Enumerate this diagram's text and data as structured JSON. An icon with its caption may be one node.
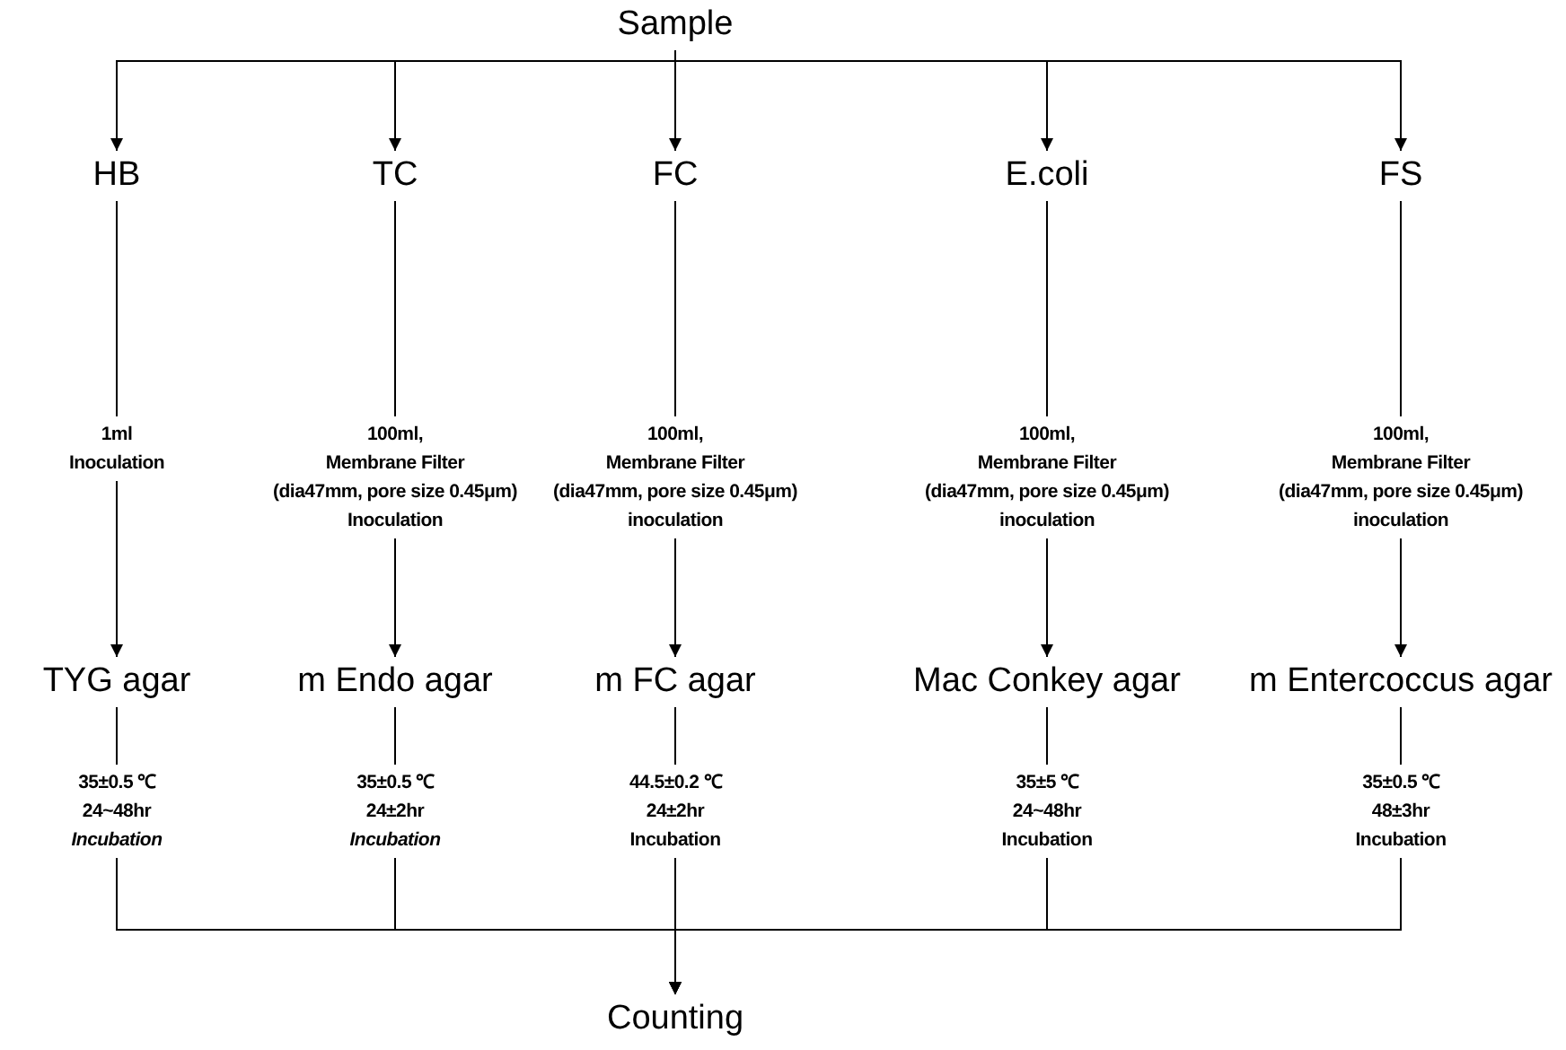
{
  "diagram": {
    "nodes": [
      {
        "text": [
          "Sample"
        ]
      },
      {
        "text": [
          "HB"
        ]
      },
      {
        "text": [
          "TC"
        ]
      },
      {
        "text": [
          "FC"
        ]
      },
      {
        "text": [
          "E.coli"
        ]
      },
      {
        "text": [
          "FS"
        ]
      },
      {
        "text": [
          "1ml",
          "Inoculation"
        ]
      },
      {
        "text": [
          "100ml,",
          "Membrane Filter",
          "(dia47mm, pore size 0.45μm)",
          "Inoculation"
        ]
      },
      {
        "text": [
          "100ml,",
          "Membrane Filter",
          "(dia47mm, pore size 0.45μm)",
          "inoculation"
        ]
      },
      {
        "text": [
          "100ml,",
          "Membrane Filter",
          "(dia47mm, pore size 0.45μm)",
          "inoculation"
        ]
      },
      {
        "text": [
          "100ml,",
          "Membrane Filter",
          "(dia47mm, pore size 0.45μm)",
          "inoculation"
        ]
      },
      {
        "text": [
          "TYG agar"
        ]
      },
      {
        "text": [
          "m Endo agar"
        ]
      },
      {
        "text": [
          "m FC agar"
        ]
      },
      {
        "text": [
          "Mac Conkey agar"
        ]
      },
      {
        "text": [
          "m Entercoccus agar"
        ]
      },
      {
        "text": [
          "35±0.5 ℃",
          "24~48hr",
          "*Incubation*"
        ]
      },
      {
        "text": [
          "35±0.5 ℃",
          "24±2hr",
          "*Incubation*"
        ]
      },
      {
        "text": [
          "44.5±0.2 ℃",
          "24±2hr",
          "Incubation"
        ]
      },
      {
        "text": [
          "35±5 ℃",
          "24~48hr",
          "Incubation"
        ]
      },
      {
        "text": [
          "35±0.5 ℃",
          "48±3hr",
          "Incubation"
        ]
      },
      {
        "text": [
          "Counting"
        ]
      }
    ],
    "edges": [
      {
        "from": 0,
        "to": 1,
        "arrow": "to"
      },
      {
        "from": 0,
        "to": 2,
        "arrow": "to"
      },
      {
        "from": 0,
        "to": 3,
        "arrow": "to"
      },
      {
        "from": 0,
        "to": 4,
        "arrow": "to"
      },
      {
        "from": 0,
        "to": 5,
        "arrow": "to"
      },
      {
        "from": 1,
        "to": 6,
        "arrow": "none"
      },
      {
        "from": 2,
        "to": 7,
        "arrow": "none"
      },
      {
        "from": 3,
        "to": 8,
        "arrow": "none"
      },
      {
        "from": 4,
        "to": 9,
        "arrow": "none"
      },
      {
        "from": 5,
        "to": 10,
        "arrow": "none"
      },
      {
        "from": 6,
        "to": 11,
        "arrow": "to"
      },
      {
        "from": 7,
        "to": 12,
        "arrow": "to"
      },
      {
        "from": 8,
        "to": 13,
        "arrow": "to"
      },
      {
        "from": 9,
        "to": 14,
        "arrow": "to"
      },
      {
        "from": 10,
        "to": 15,
        "arrow": "to"
      },
      {
        "from": 11,
        "to": 16,
        "arrow": "none"
      },
      {
        "from": 12,
        "to": 17,
        "arrow": "none"
      },
      {
        "from": 13,
        "to": 18,
        "arrow": "none"
      },
      {
        "from": 14,
        "to": 19,
        "arrow": "none"
      },
      {
        "from": 15,
        "to": 20,
        "arrow": "none"
      },
      {
        "from": 16,
        "to": 21,
        "arrow": "to"
      },
      {
        "from": 17,
        "to": 21,
        "arrow": "to"
      },
      {
        "from": 18,
        "to": 21,
        "arrow": "to"
      },
      {
        "from": 19,
        "to": 21,
        "arrow": "to"
      },
      {
        "from": 20,
        "to": 21,
        "arrow": "to"
      }
    ]
  }
}
